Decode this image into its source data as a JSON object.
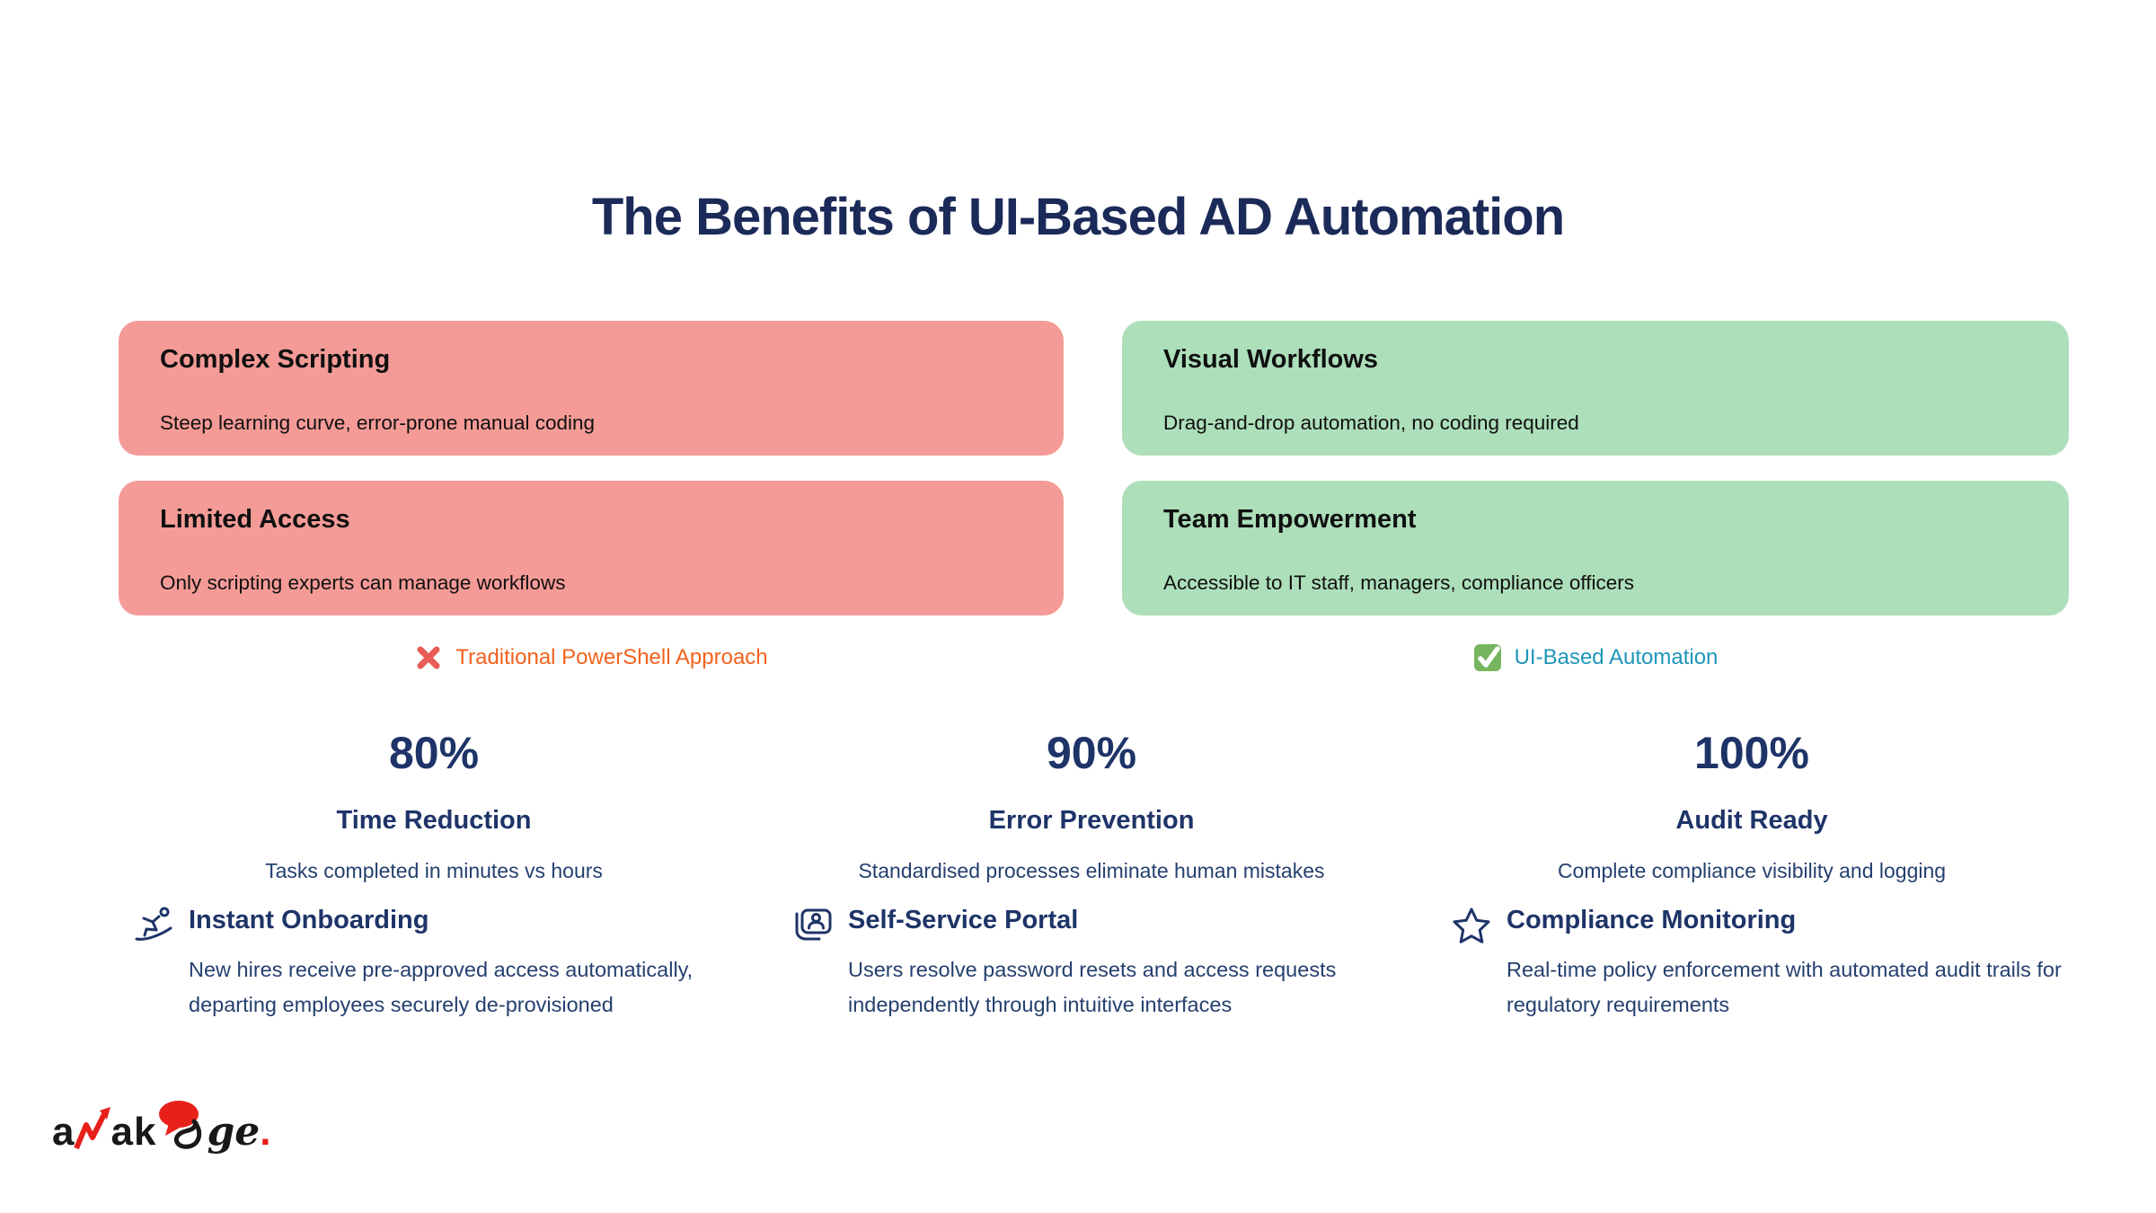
{
  "title": "The Benefits of UI-Based AD Automation",
  "comparison": {
    "left": {
      "caption": "Traditional PowerShell Approach",
      "cards": [
        {
          "title": "Complex Scripting",
          "description": "Steep learning curve, error-prone manual coding"
        },
        {
          "title": "Limited Access",
          "description": "Only scripting experts can manage workflows"
        }
      ]
    },
    "right": {
      "caption": "UI-Based Automation",
      "cards": [
        {
          "title": "Visual Workflows",
          "description": "Drag-and-drop automation, no coding required"
        },
        {
          "title": "Team Empowerment",
          "description": "Accessible to IT staff, managers, compliance officers"
        }
      ]
    }
  },
  "stats": [
    {
      "value": "80%",
      "label": "Time Reduction",
      "description": "Tasks completed in minutes vs hours"
    },
    {
      "value": "90%",
      "label": "Error Prevention",
      "description": "Standardised processes eliminate human mistakes"
    },
    {
      "value": "100%",
      "label": "Audit Ready",
      "description": "Complete compliance visibility and logging"
    }
  ],
  "features": [
    {
      "icon": "snowboarder-icon",
      "title": "Instant Onboarding",
      "description": "New hires receive pre-approved access automatically, departing employees securely de-provisioned"
    },
    {
      "icon": "contact-card-icon",
      "title": "Self-Service Portal",
      "description": "Users resolve password resets and access requests independently through intuitive interfaces"
    },
    {
      "icon": "star-icon",
      "title": "Compliance Monitoring",
      "description": "Real-time policy enforcement with automated audit trails for regulatory requirements"
    }
  ],
  "logo": {
    "part1": "a",
    "part2": "ak",
    "part3": "ge",
    "dot": "."
  },
  "colors": {
    "headline_navy": "#1b2a58",
    "body_navy": "#25406f",
    "negative_card_bg": "#f59b97",
    "positive_card_bg": "#addfba",
    "negative_label": "#f2621d",
    "positive_label": "#1f96ba",
    "cross_red": "#e85b57",
    "check_green": "#76b55e",
    "logo_red": "#e8201a"
  }
}
